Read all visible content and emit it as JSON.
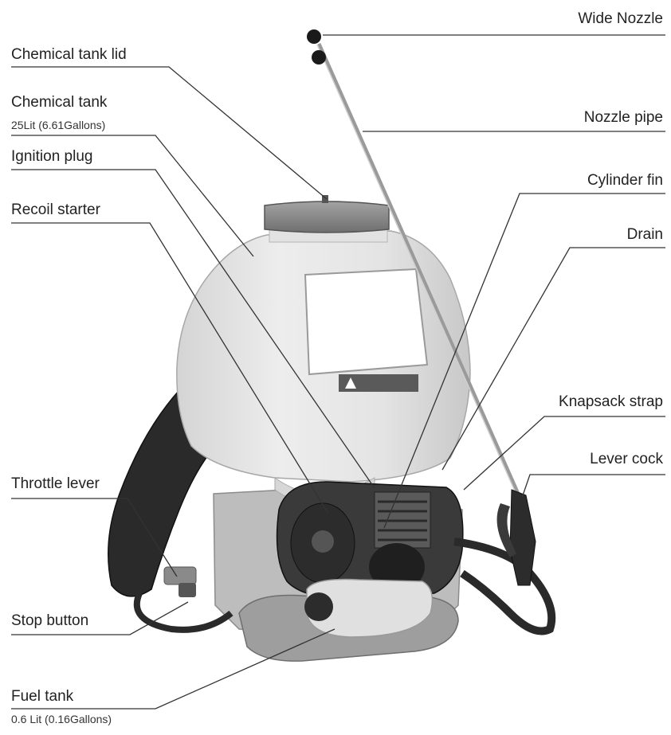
{
  "labels": {
    "wide_nozzle": "Wide Nozzle",
    "chemical_tank_lid": "Chemical tank lid",
    "chemical_tank": "Chemical tank",
    "chemical_tank_capacity": "25Lit (6.61Gallons)",
    "nozzle_pipe": "Nozzle pipe",
    "ignition_plug": "Ignition plug",
    "cylinder_fin": "Cylinder fin",
    "recoil_starter": "Recoil starter",
    "drain": "Drain",
    "knapsack_strap": "Knapsack strap",
    "lever_cock": "Lever cock",
    "throttle_lever": "Throttle lever",
    "stop_button": "Stop button",
    "fuel_tank": "Fuel tank",
    "fuel_tank_capacity": "0.6 Lit (0.16Gallons)"
  },
  "colors": {
    "leader_line": "#333333",
    "tank_body": "#e6e6e6",
    "tank_lid": "#8a8a8a",
    "engine": "#3a3a3a",
    "strap": "#2a2a2a",
    "pipe": "#9a9a9a"
  }
}
